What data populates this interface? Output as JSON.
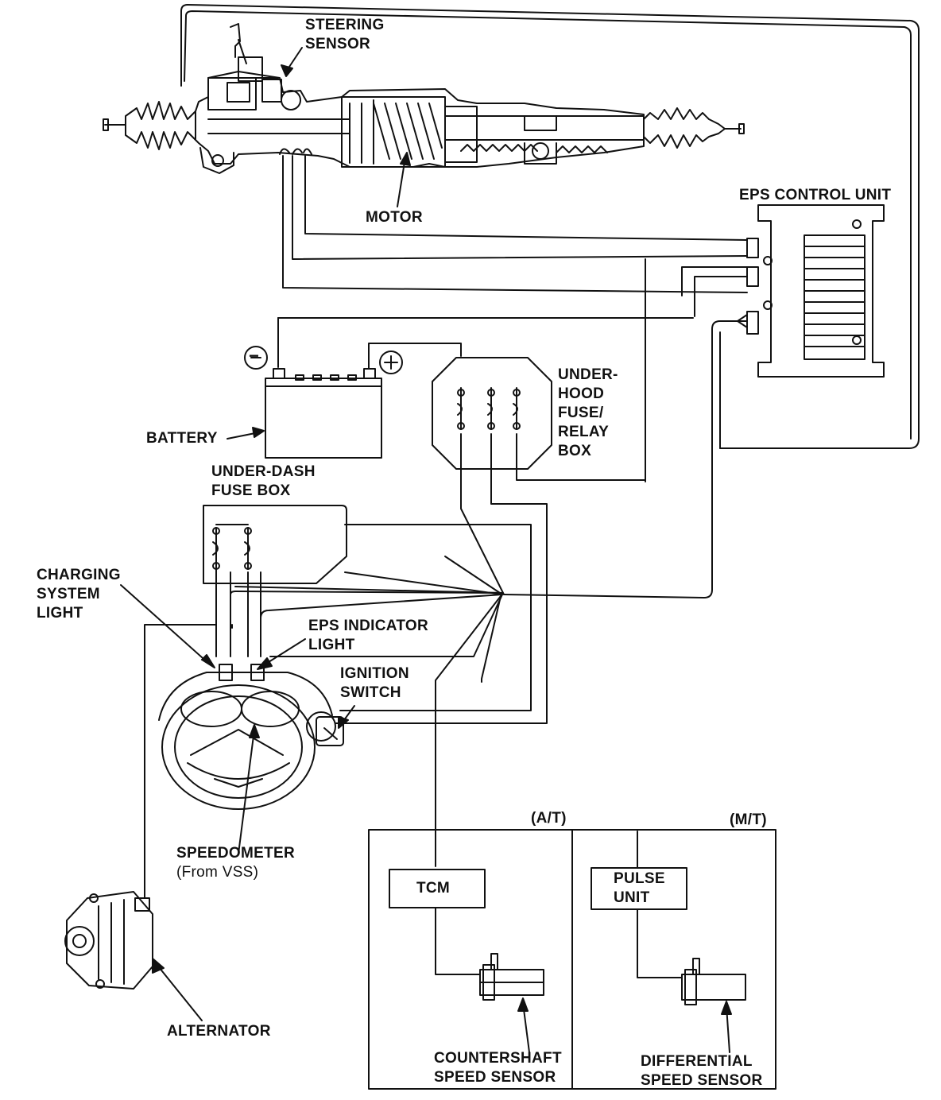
{
  "labels": {
    "steering_sensor": [
      "STEERING",
      "SENSOR"
    ],
    "motor": "MOTOR",
    "eps_control_unit": "EPS CONTROL UNIT",
    "battery": "BATTERY",
    "underhood_fuse": [
      "UNDER-",
      "HOOD",
      "FUSE/",
      "RELAY",
      "BOX"
    ],
    "underdash_fuse": [
      "UNDER-DASH",
      "FUSE BOX"
    ],
    "charging_light": [
      "CHARGING",
      "SYSTEM",
      "LIGHT"
    ],
    "eps_indicator": [
      "EPS INDICATOR",
      "LIGHT"
    ],
    "ignition_switch": [
      "IGNITION",
      "SWITCH"
    ],
    "speedometer": [
      "SPEEDOMETER",
      "(From VSS)"
    ],
    "alternator": "ALTERNATOR",
    "at": "(A/T)",
    "mt": "(M/T)",
    "tcm": "TCM",
    "pulse_unit": [
      "PULSE",
      "UNIT"
    ],
    "countershaft": [
      "COUNTERSHAFT",
      "SPEED SENSOR"
    ],
    "differential": [
      "DIFFERENTIAL",
      "SPEED SENSOR"
    ],
    "battery_neg": "−",
    "battery_pos": "+"
  }
}
